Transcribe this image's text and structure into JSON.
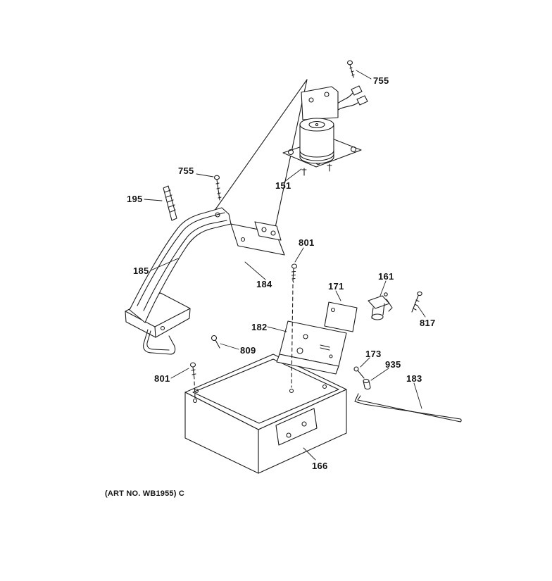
{
  "diagram": {
    "art_no": "(ART NO. WB1955) C",
    "ink_color": "#1b1b1b",
    "labels": {
      "screw_top_755": "755",
      "motor_151": "151",
      "screw_left_755": "755",
      "rod_195": "195",
      "bracket_185": "185",
      "plate_184": "184",
      "screw_top_801": "801",
      "plate_171": "171",
      "component_161": "161",
      "screw_817": "817",
      "bracket_182": "182",
      "screw_809": "809",
      "screw_bottom_801": "801",
      "screw_173": "173",
      "spacer_935": "935",
      "rod_183": "183",
      "pan_166": "166"
    }
  }
}
